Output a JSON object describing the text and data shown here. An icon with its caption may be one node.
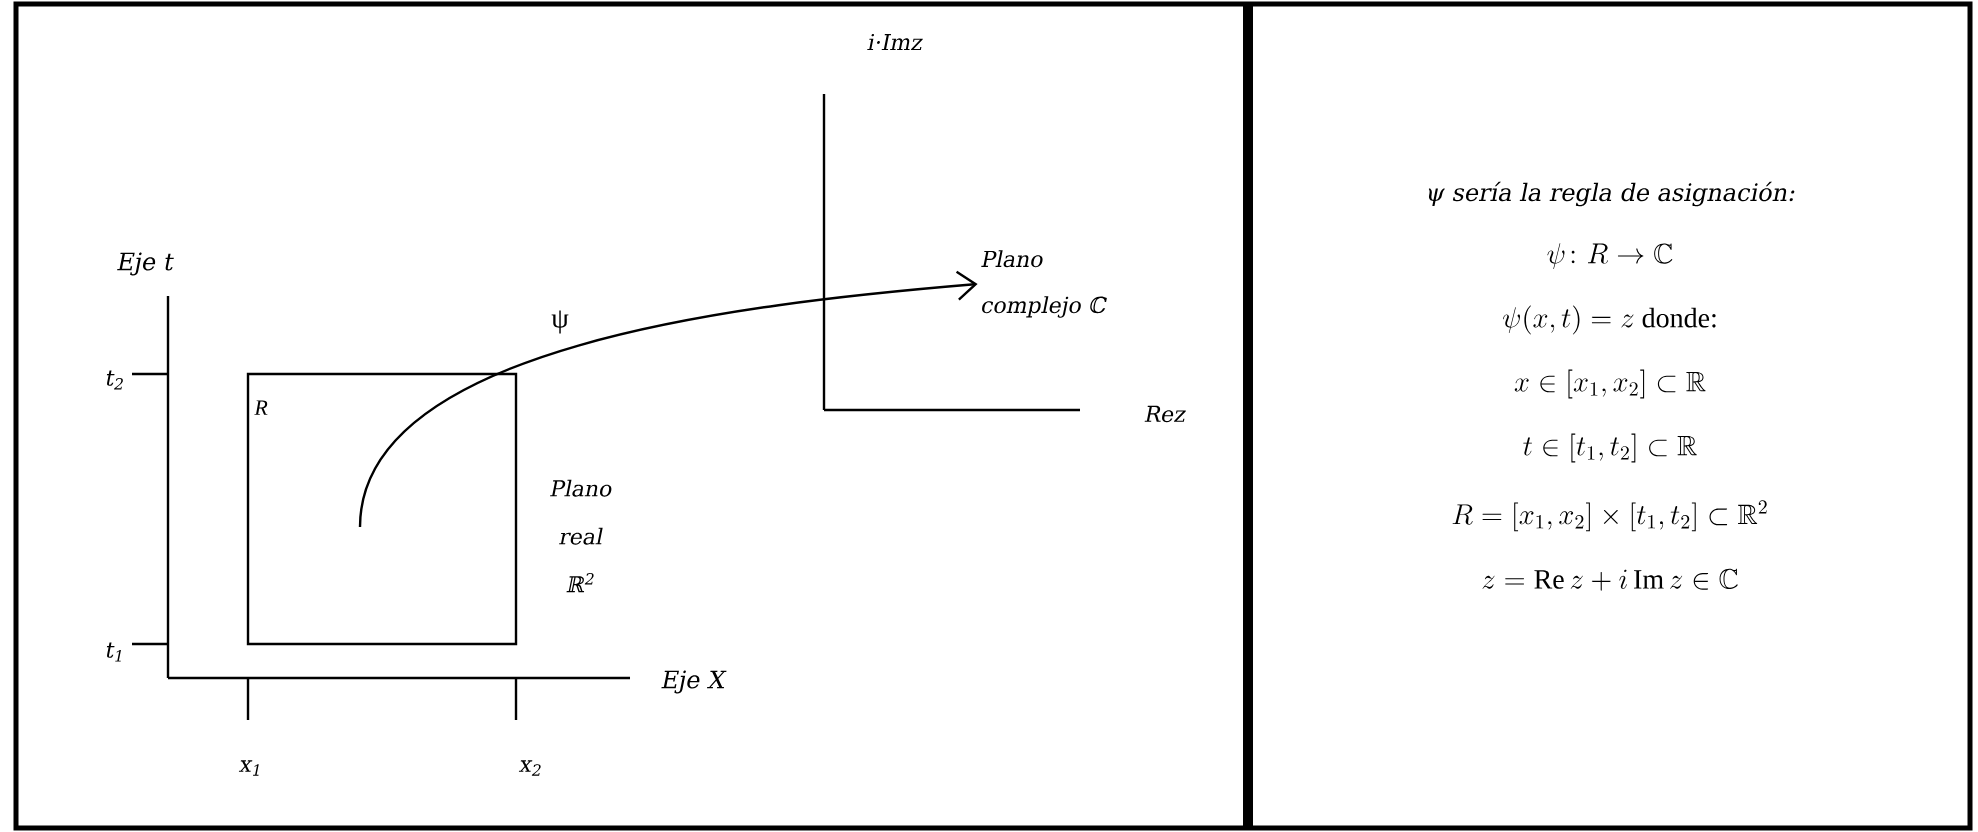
{
  "diagram": {
    "nodes": [
      {
        "text": [
          "R"
        ]
      },
      {
        "text": [
          "Plano complejo ℂ"
        ]
      }
    ],
    "edges": [
      {
        "from": 0,
        "to": 1,
        "arrow": "to",
        "label": "ψ"
      }
    ],
    "labels": [
      "Eje t",
      "t$_{2}$",
      "t$_{1}$",
      "Eje X",
      "x$_{1}$",
      "x$_{2}$",
      "Plano real ℝ$^{2}$",
      "i·Imz",
      "Rez",
      "ψ sería la regla de asignación:",
      "\\psi\\colon R \\to \\mathbb{C}",
      "\\psi(x,t) = z \\text{ donde:}",
      "x \\in [x_1, x_2] \\subset \\mathbb{R}",
      "t \\in [t_1, t_2] \\subset \\mathbb{R}",
      "R = [x_1, x_2] \\times [t_1, t_2] \\subset \\mathbb{R}^2",
      "z = \\operatorname{Re} z + i \\operatorname{Im} z \\in \\mathbb{C}"
    ]
  }
}
